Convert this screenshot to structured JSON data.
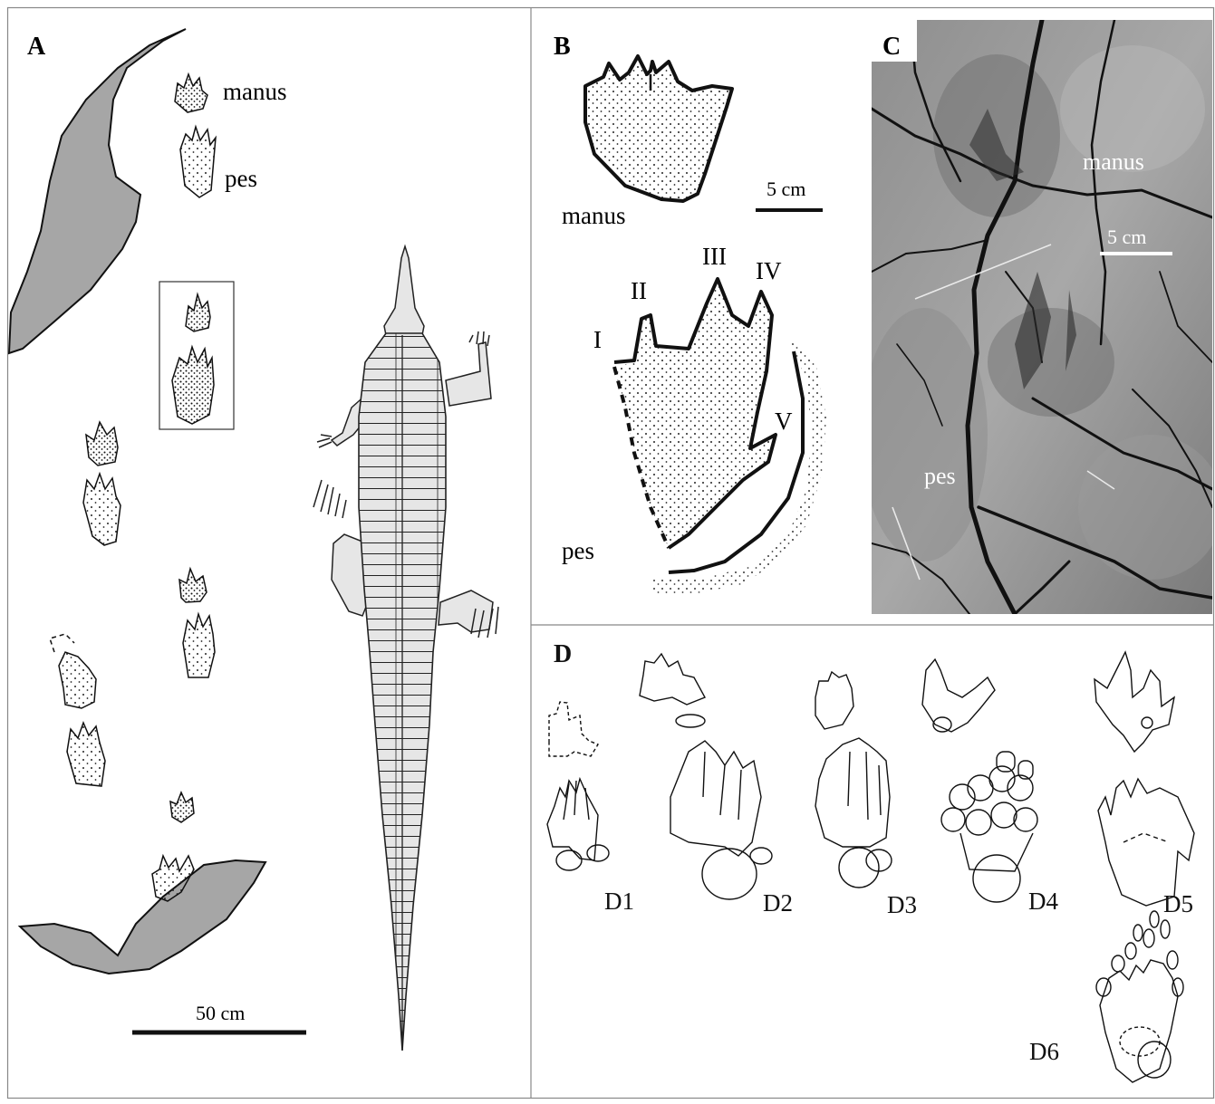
{
  "figure": {
    "panels": {
      "A": {
        "letter": "A",
        "labels": {
          "manus": "manus",
          "pes": "pes"
        },
        "scale_bar": "50 cm",
        "colors": {
          "substrate": "#a6a6a6",
          "body": "#e6e6e6"
        }
      },
      "B": {
        "letter": "B",
        "labels": {
          "manus": "manus",
          "pes": "pes"
        },
        "scale_bar": "5 cm",
        "digits": [
          "I",
          "II",
          "III",
          "IV",
          "V"
        ]
      },
      "C": {
        "letter": "C",
        "labels": {
          "manus": "manus",
          "pes": "pes"
        },
        "scale_bar": "5 cm"
      },
      "D": {
        "letter": "D",
        "items": [
          "D1",
          "D2",
          "D3",
          "D4",
          "D5",
          "D6"
        ]
      }
    }
  }
}
